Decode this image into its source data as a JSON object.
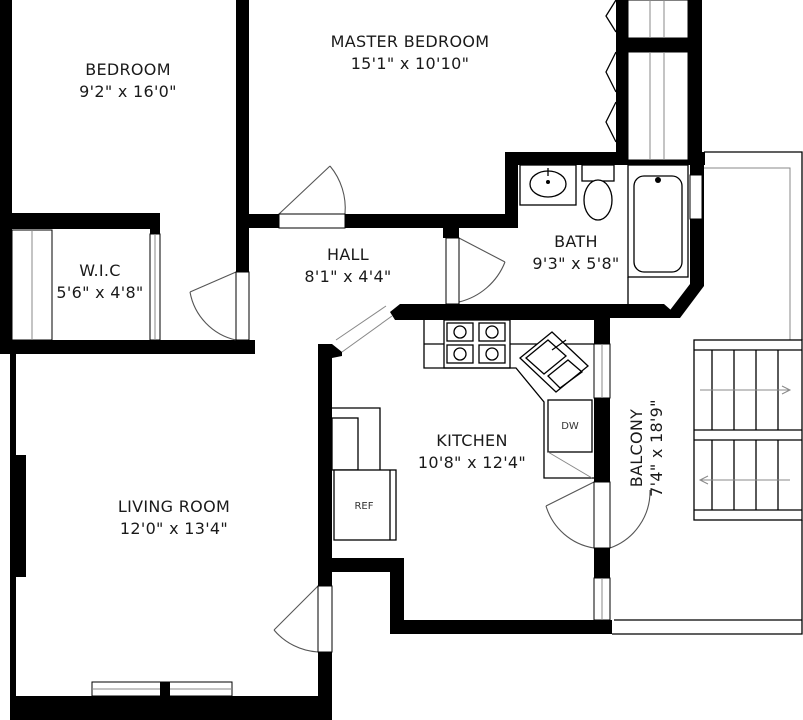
{
  "rooms": {
    "bedroom": {
      "name": "BEDROOM",
      "dim": "9'2\" x 16'0\""
    },
    "master_bedroom": {
      "name": "MASTER BEDROOM",
      "dim": "15'1\" x 10'10\""
    },
    "wic": {
      "name": "W.I.C",
      "dim": "5'6\" x 4'8\""
    },
    "hall": {
      "name": "HALL",
      "dim": "8'1\" x 4'4\""
    },
    "bath": {
      "name": "BATH",
      "dim": "9'3\" x 5'8\""
    },
    "kitchen": {
      "name": "KITCHEN",
      "dim": "10'8\" x 12'4\""
    },
    "living_room": {
      "name": "LIVING ROOM",
      "dim": "12'0\" x 13'4\""
    },
    "balcony": {
      "name": "BALCONY",
      "dim": "7'4\" x 18'9\""
    }
  },
  "fixtures": {
    "dishwasher": "DW",
    "refrigerator": "REF"
  },
  "colors": {
    "wall": "#000000",
    "background": "#ffffff"
  }
}
